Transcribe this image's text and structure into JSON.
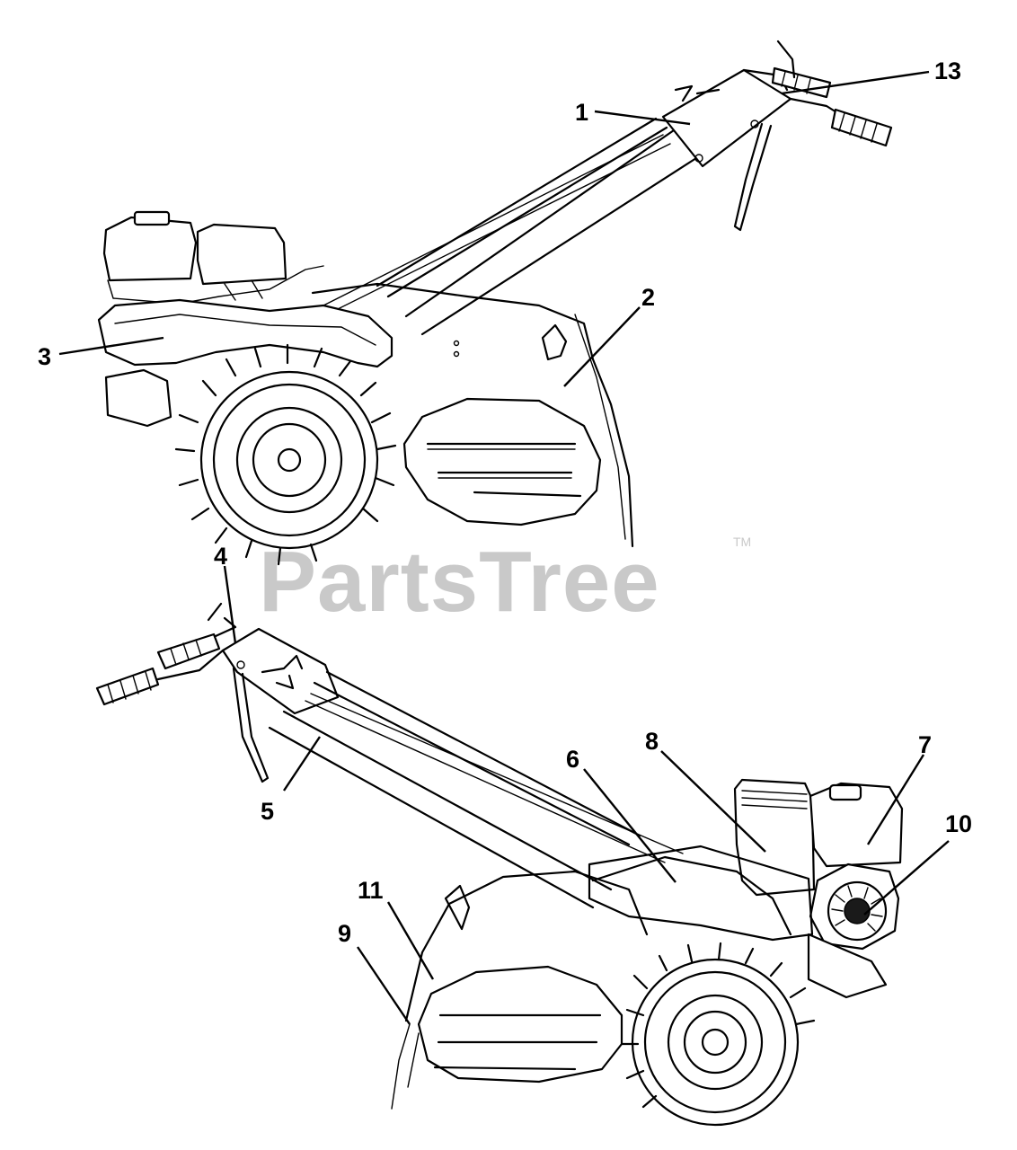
{
  "watermark": {
    "text": "PartsTree",
    "tm": "TM"
  },
  "callouts": {
    "c1": "1",
    "c2": "2",
    "c3": "3",
    "c4": "4",
    "c5": "5",
    "c6": "6",
    "c7": "7",
    "c8": "8",
    "c9": "9",
    "c10": "10",
    "c11": "11",
    "c13": "13"
  }
}
